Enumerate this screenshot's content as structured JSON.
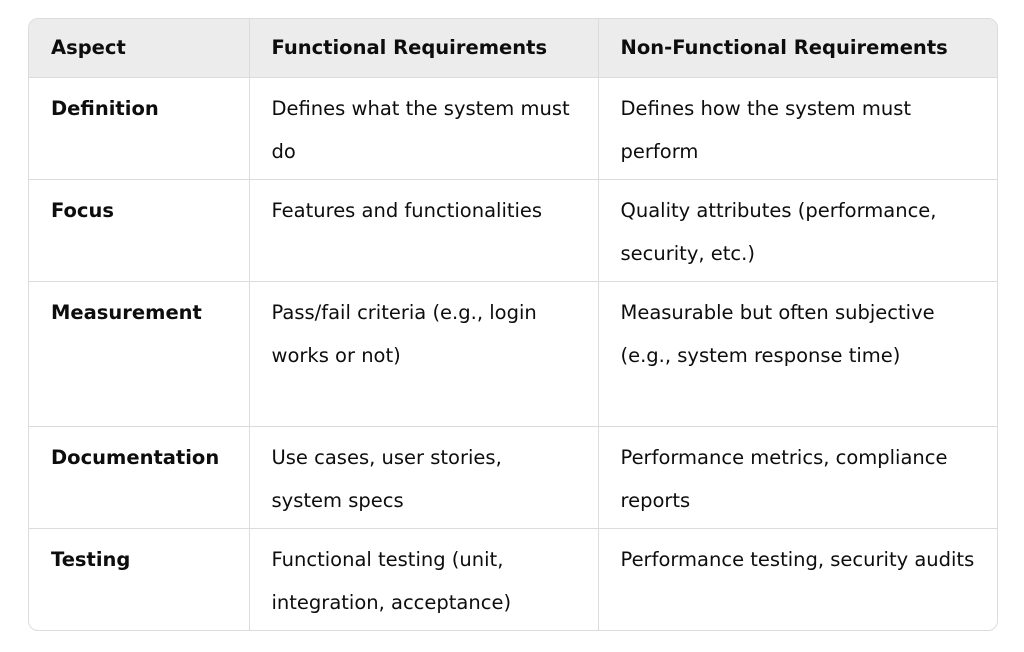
{
  "table": {
    "headers": [
      "Aspect",
      "Functional Requirements",
      "Non-Functional Requirements"
    ],
    "rows": [
      [
        "Definition",
        "Defines what the system must do",
        "Defines how the system must perform"
      ],
      [
        "Focus",
        "Features and functionalities",
        "Quality attributes (performance, security, etc.)"
      ],
      [
        "Measurement",
        "Pass/fail criteria (e.g., login works or not)",
        "Measurable but often subjective (e.g., system response time)"
      ],
      [
        "Documentation",
        "Use cases, user stories, system specs",
        "Performance metrics, compliance reports"
      ],
      [
        "Testing",
        "Functional testing (unit, integration, acceptance)",
        "Performance testing, security audits"
      ]
    ]
  }
}
